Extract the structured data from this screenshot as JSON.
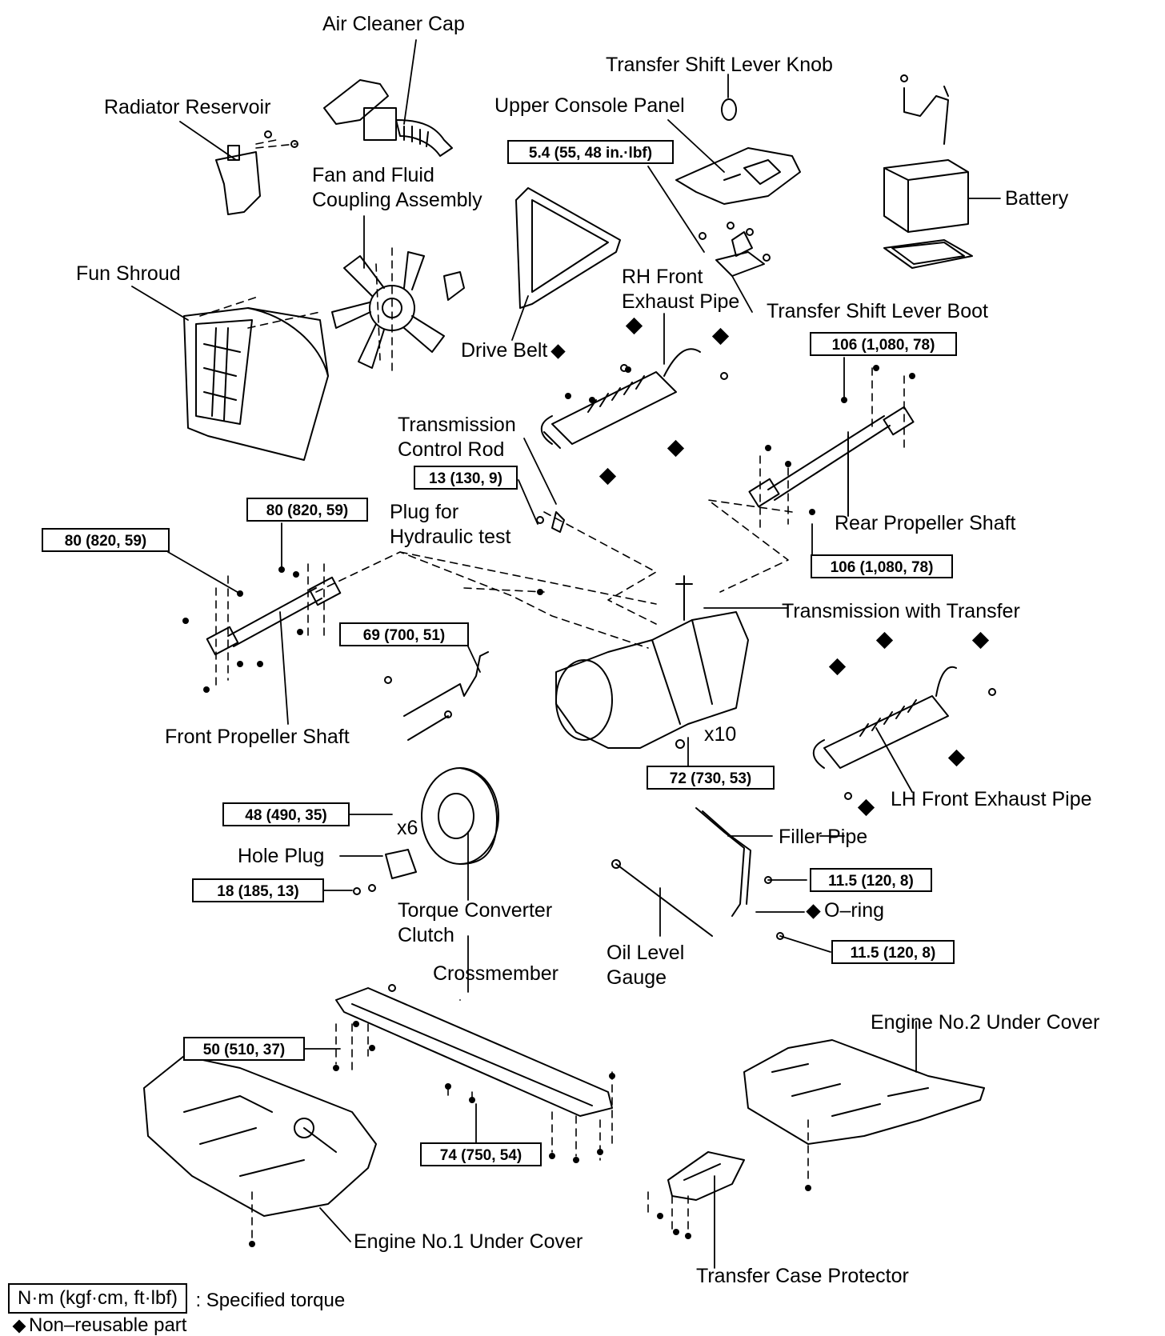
{
  "labels": {
    "air_cleaner_cap": "Air Cleaner Cap",
    "transfer_shift_lever_knob": "Transfer Shift Lever Knob",
    "radiator_reservoir": "Radiator Reservoir",
    "upper_console_panel": "Upper Console Panel",
    "battery": "Battery",
    "fan_coupling_1": "Fan and Fluid",
    "fan_coupling_2": "Coupling Assembly",
    "fun_shroud": "Fun Shroud",
    "rh_front_1": "RH Front",
    "rh_front_2": "Exhaust Pipe",
    "transfer_shift_lever_boot": "Transfer Shift Lever Boot",
    "drive_belt": "Drive Belt",
    "transmission_control_rod_1": "Transmission",
    "transmission_control_rod_2": "Control Rod",
    "plug_hydraulic_1": "Plug for",
    "plug_hydraulic_2": "Hydraulic test",
    "rear_propeller_shaft": "Rear Propeller Shaft",
    "transmission_with_transfer": "Transmission with Transfer",
    "front_propeller_shaft": "Front Propeller Shaft",
    "x10": "x10",
    "x6": "x6",
    "lh_front_exhaust_pipe": "LH Front Exhaust Pipe",
    "filler_pipe": "Filler Pipe",
    "hole_plug": "Hole Plug",
    "o_ring": "O–ring",
    "torque_converter_1": "Torque Converter",
    "torque_converter_2": "Clutch",
    "oil_level_1": "Oil Level",
    "oil_level_2": "Gauge",
    "crossmember": "Crossmember",
    "engine_no2_under_cover": "Engine No.2 Under Cover",
    "engine_no1_under_cover": "Engine No.1 Under Cover",
    "transfer_case_protector": "Transfer Case Protector"
  },
  "torques": {
    "t_console": "5.4 (55, 48 in.·lbf)",
    "t_rear_top": "106 (1,080, 78)",
    "t_rear_bottom": "106 (1,080, 78)",
    "t_control_rod": "13 (130, 9)",
    "t_front_right": "80 (820, 59)",
    "t_front_left": "80 (820, 59)",
    "t_tube": "69 (700, 51)",
    "t_trans_bolts": "72 (730, 53)",
    "t_converter": "48 (490, 35)",
    "t_hole_plug": "18 (185, 13)",
    "t_filler_1": "11.5 (120, 8)",
    "t_filler_2": "11.5 (120, 8)",
    "t_cross_left": "50 (510, 37)",
    "t_cross_bottom": "74 (750, 54)"
  },
  "legend": {
    "unit_box": "N·m (kgf·cm, ft·lbf)",
    "unit_text": ": Specified torque",
    "nonreusable": "Non–reusable part"
  }
}
